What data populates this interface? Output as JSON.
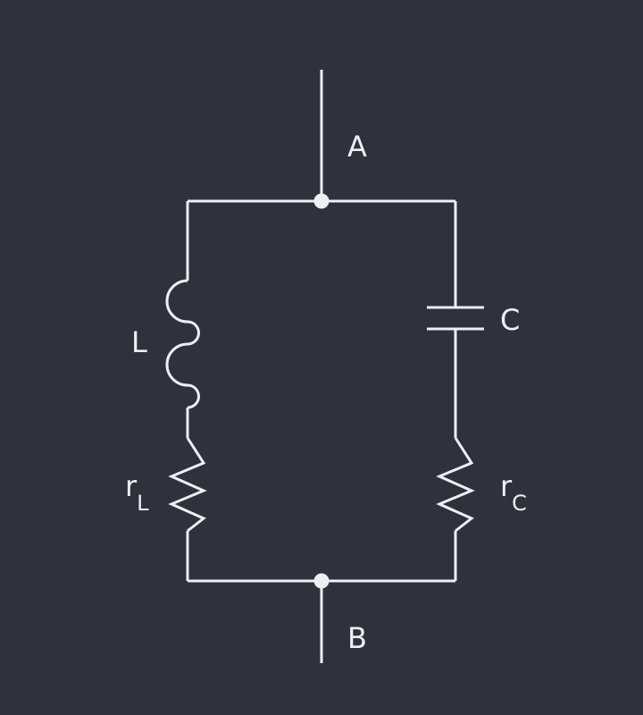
{
  "colors": {
    "background": "#2e323d",
    "line": "#eeeff4"
  },
  "labels": {
    "node_a": "A",
    "node_b": "B",
    "inductor": "L",
    "capacitor": "C",
    "inductor_resistance_main": "r",
    "inductor_resistance_sub": "L",
    "capacitor_resistance_main": "r",
    "capacitor_resistance_sub": "C"
  }
}
